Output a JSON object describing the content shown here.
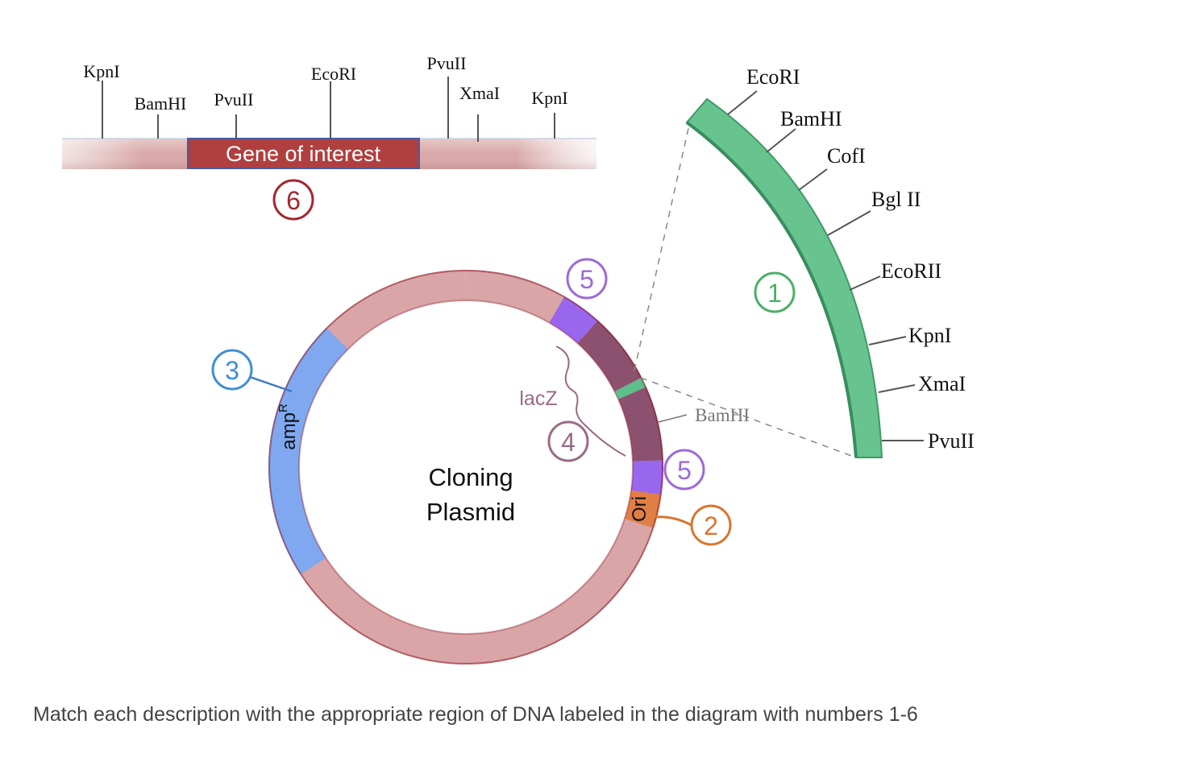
{
  "gene_strip": {
    "label": "Gene of interest",
    "sites": [
      "KpnI",
      "BamHI",
      "PvuII",
      "EcoRI",
      "PvuII",
      "XmaI",
      "KpnI"
    ],
    "number": "6"
  },
  "mcs": {
    "sites": [
      "EcoRI",
      "BamHI",
      "CofI",
      "Bgl II",
      "EcoRII",
      "KpnI",
      "XmaI",
      "PvuII"
    ],
    "number": "1"
  },
  "plasmid": {
    "title_line1": "Cloning",
    "title_line2": "Plasmid",
    "regions": {
      "amp": "amp",
      "amp_superscript": "R",
      "ori": "Ori",
      "lacz": "lacZ",
      "bamhi": "BamHI"
    }
  },
  "callouts": {
    "ori_number": "2",
    "amp_number": "3",
    "lacz_number": "4",
    "promoter_top_number": "5",
    "promoter_bottom_number": "5"
  },
  "colors": {
    "backbone": "#d9a5a6",
    "backbone_edge": "#8f1f2c",
    "amp": "#7fa8f0",
    "promoter": "#9966ee",
    "lacz": "#8d5170",
    "mcs": "#5fbf8a",
    "ori": "#e07f45",
    "gene_box": "#b0403f",
    "num_green": "#4caf66",
    "num_orange": "#d9762e",
    "num_blue": "#3d8fd6",
    "num_purple": "#9b6ad8",
    "num_mauve": "#9b6a86",
    "num_red": "#a3262d"
  },
  "instruction": "Match each description with the appropriate region of DNA labeled in the diagram with numbers 1-6"
}
